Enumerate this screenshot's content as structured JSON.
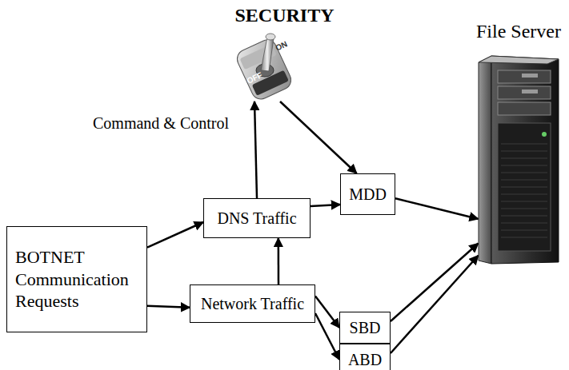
{
  "diagram": {
    "title": "SECURITY",
    "nodes": [
      {
        "text": [
          "BOTNET Communication Requests"
        ]
      },
      {
        "text": [
          "Command & Control"
        ]
      },
      {
        "text": [
          "DNS Traffic"
        ]
      },
      {
        "text": [
          "Network Traffic"
        ]
      },
      {
        "text": [
          "MDD"
        ]
      },
      {
        "text": [
          "SBD"
        ]
      },
      {
        "text": [
          "ABD"
        ]
      },
      {
        "text": [
          "File Server"
        ]
      }
    ],
    "edges": [
      {
        "from": 0,
        "to": 2,
        "arrow": "to"
      },
      {
        "from": 0,
        "to": 3,
        "arrow": "to"
      },
      {
        "from": 3,
        "to": 2,
        "arrow": "to"
      },
      {
        "from": 2,
        "to": 1,
        "arrow": "to"
      },
      {
        "from": 1,
        "to": 4,
        "arrow": "to"
      },
      {
        "from": 2,
        "to": 4,
        "arrow": "to"
      },
      {
        "from": 3,
        "to": 5,
        "arrow": "to"
      },
      {
        "from": 3,
        "to": 6,
        "arrow": "to"
      },
      {
        "from": 4,
        "to": 7,
        "arrow": "to"
      },
      {
        "from": 5,
        "to": 7,
        "arrow": "to"
      },
      {
        "from": 6,
        "to": 7,
        "arrow": "to"
      }
    ],
    "labels": [
      "ON",
      "OFF"
    ]
  }
}
